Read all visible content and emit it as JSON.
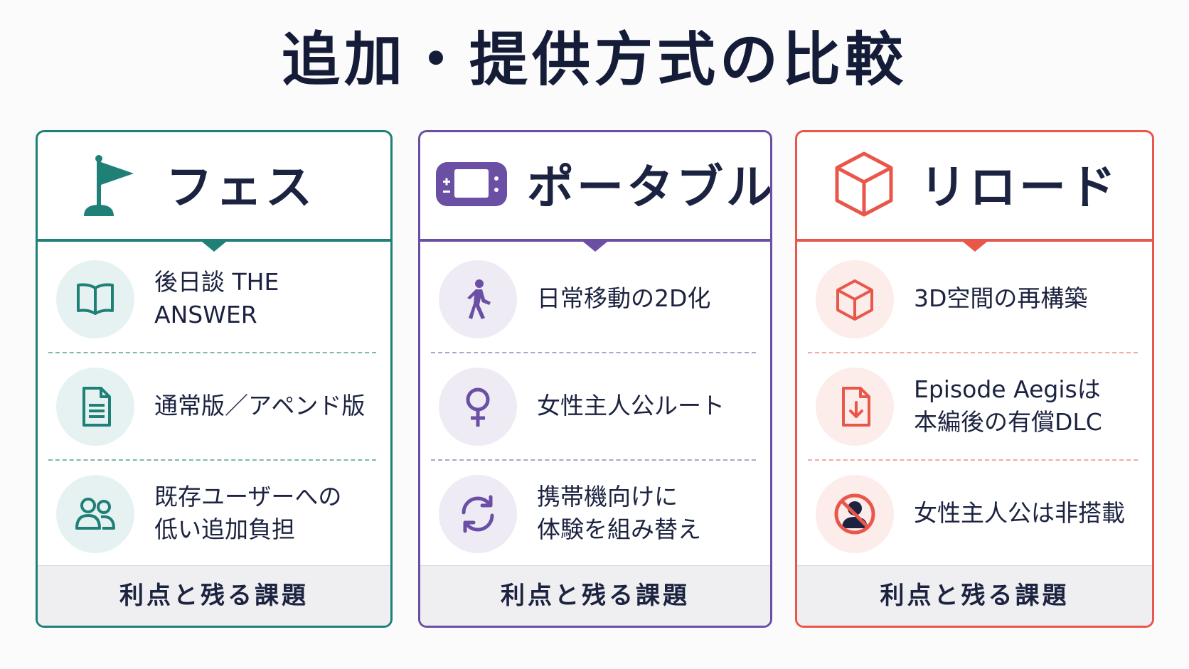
{
  "title": "追加・提供方式の比較",
  "colors": {
    "fes": "#1e8076",
    "portable": "#6a4fa5",
    "reload": "#e9574a"
  },
  "cards": [
    {
      "name": "フェス",
      "icon": "flag-icon",
      "rows": [
        {
          "icon": "open-book-icon",
          "lines": [
            "後日談 THE ANSWER"
          ]
        },
        {
          "icon": "document-icon",
          "lines": [
            "通常版／アペンド版"
          ]
        },
        {
          "icon": "users-icon",
          "lines": [
            "既存ユーザーへの",
            "低い追加負担"
          ]
        }
      ],
      "footer": "利点と残る課題"
    },
    {
      "name": "ポータブル",
      "icon": "handheld-console-icon",
      "rows": [
        {
          "icon": "walking-person-icon",
          "lines": [
            "日常移動の2D化"
          ]
        },
        {
          "icon": "female-symbol-icon",
          "lines": [
            "女性主人公ルート"
          ]
        },
        {
          "icon": "refresh-icon",
          "lines": [
            "携帯機向けに",
            "体験を組み替え"
          ]
        }
      ],
      "footer": "利点と残る課題"
    },
    {
      "name": "リロード",
      "icon": "cube-icon",
      "rows": [
        {
          "icon": "cube-icon",
          "lines": [
            "3D空間の再構築"
          ]
        },
        {
          "icon": "download-document-icon",
          "lines": [
            "Episode Aegisは",
            "本編後の有償DLC"
          ]
        },
        {
          "icon": "no-person-icon",
          "lines": [
            "女性主人公は非搭載"
          ]
        }
      ],
      "footer": "利点と残る課題"
    }
  ]
}
